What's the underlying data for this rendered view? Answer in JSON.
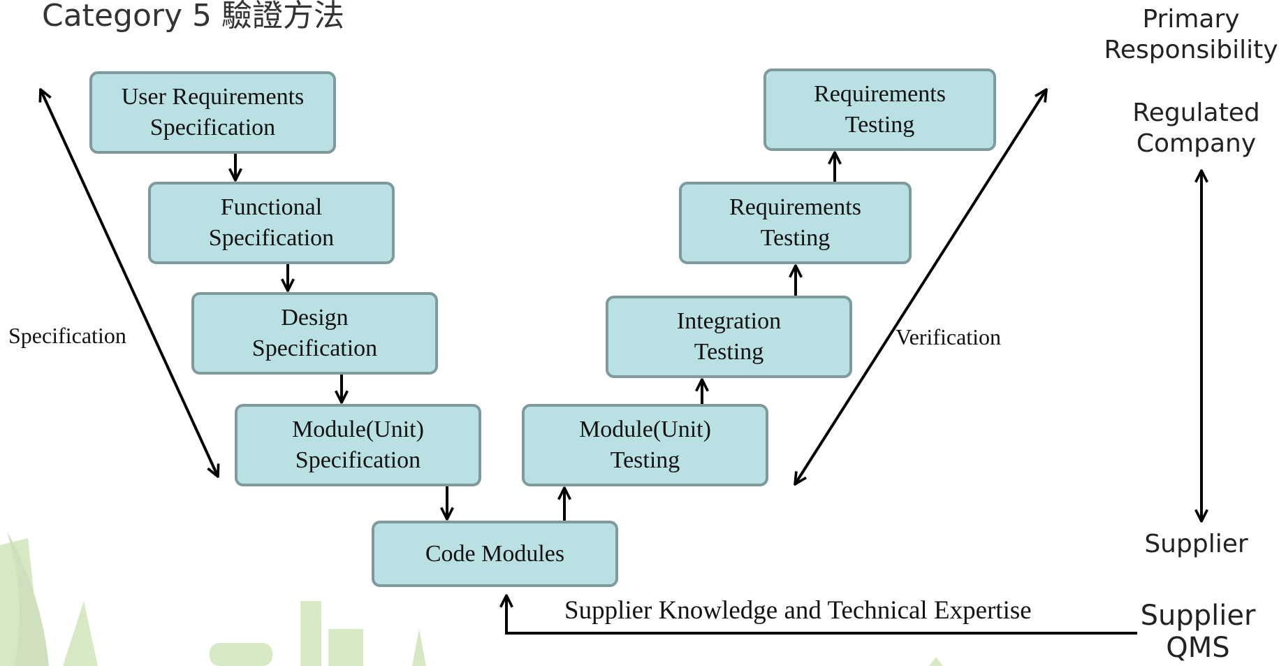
{
  "title": "Category 5 驗證方法",
  "left_flow": {
    "urs": {
      "line1": "User Requirements",
      "line2": "Specification"
    },
    "fs": {
      "line1": "Functional",
      "line2": "Specification"
    },
    "ds": {
      "line1": "Design",
      "line2": "Specification"
    },
    "ms": {
      "line1": "Module(Unit)",
      "line2": "Specification"
    }
  },
  "bottom": {
    "code": "Code Modules"
  },
  "right_flow": {
    "mt": {
      "line1": "Module(Unit)",
      "line2": "Testing"
    },
    "it": {
      "line1": "Integration",
      "line2": "Testing"
    },
    "rt1": {
      "line1": "Requirements",
      "line2": "Testing"
    },
    "rt2": {
      "line1": "Requirements",
      "line2": "Testing"
    }
  },
  "side_labels": {
    "specification": "Specification",
    "verification": "Verification"
  },
  "responsibility": {
    "header_line1": "Primary",
    "header_line2": "Responsibility",
    "top_line1": "Regulated",
    "top_line2": "Company",
    "bottom": "Supplier"
  },
  "supplier_knowledge": "Supplier Knowledge and Technical Expertise",
  "supplier_qms": {
    "line1": "Supplier",
    "line2": "QMS"
  },
  "colors": {
    "box_fill": "#b9e0e3",
    "box_border": "#7f9a9c",
    "arrow": "#000000"
  }
}
